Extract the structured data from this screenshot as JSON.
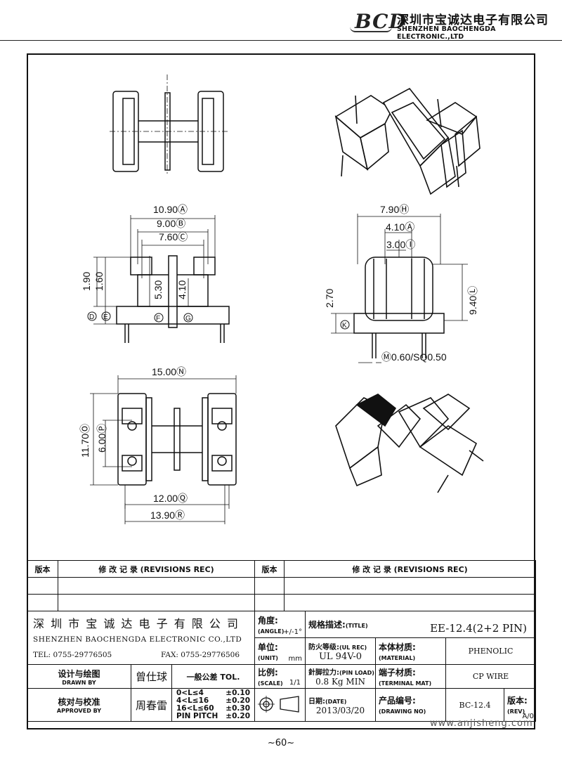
{
  "header": {
    "logo": "BCD",
    "company_cn": "深圳市宝诚达电子有限公司",
    "company_en": "SHENZHEN BAOCHENGDA ELECTRONIC.,LTD"
  },
  "dimensions": {
    "top_width_a": "10.90Ⓐ",
    "top_width_b": "9.00Ⓑ",
    "top_width_c": "7.60Ⓒ",
    "left_v1": "1.90",
    "left_v2": "1.60",
    "left_v3": "5.30",
    "left_v4": "4.10",
    "lbl_d": "D",
    "lbl_e": "E",
    "lbl_f": "F",
    "lbl_g": "G",
    "right_h": "7.90Ⓗ",
    "right_a": "4.10Ⓐ",
    "right_i": "3.00Ⓘ",
    "right_height": "9.40Ⓛ",
    "right_270": "2.70",
    "lbl_k": "K",
    "pin_spec": "Ⓜ0.60/SQ0.50",
    "bottom_n": "15.00Ⓝ",
    "bottom_o": "11.70Ⓞ",
    "bottom_p": "6.00Ⓟ",
    "bottom_q": "12.00Ⓠ",
    "bottom_r": "13.90Ⓡ"
  },
  "revisions": {
    "col1": "版本",
    "col2": "修 改 记 录 (REVISIONS REC)",
    "col3": "版本",
    "col4": "修 改 记 录 (REVISIONS REC)"
  },
  "titleblock": {
    "company_cn": "深 圳 市 宝 诚 达 电 子 有 限 公 司",
    "company_en": "SHENZHEN BAOCHENGDA ELECTRONIC CO.,LTD",
    "tel": "TEL: 0755-29776505",
    "fax": "FAX: 0755-29776506",
    "angle_lbl": "角度:",
    "angle_sub": "(ANGLE)",
    "angle_val": "+/-1°",
    "title_lbl": "规格描述:",
    "title_sub": "(TITLE)",
    "title_val": "EE-12.4(2+2 PIN)",
    "unit_lbl": "单位:",
    "unit_sub": "(UNIT)",
    "unit_val": "mm",
    "ul_lbl": "防火等级:",
    "ul_sub": "(UL REC)",
    "ul_val": "UL 94V-0",
    "material_lbl": "本体材质:",
    "material_sub": "(MATERIAL)",
    "material_val": "PHENOLIC",
    "drawn_lbl": "设计与绘图",
    "drawn_sub": "DRAWN BY",
    "drawn_val": "曾仕球",
    "tol_lbl": "一般公差 TOL.",
    "scale_lbl": "比例:",
    "scale_sub": "(SCALE)",
    "scale_val": "1/1",
    "pin_load_lbl": "針脚拉力:",
    "pin_load_sub": "(PIN LOAD)",
    "pin_load_val": "0.8 Kg MIN",
    "terminal_lbl": "端子材质:",
    "terminal_sub": "(TERMINAL MAT)",
    "terminal_val": "CP WIRE",
    "approved_lbl": "核对与校准",
    "approved_sub": "APPROVED BY",
    "approved_val": "周春雷",
    "tol_rows": [
      {
        "range": "0<L≤4",
        "val": "±0.10"
      },
      {
        "range": "4<L≤16",
        "val": "±0.20"
      },
      {
        "range": "16<L≤60",
        "val": "±0.30"
      },
      {
        "range": "PIN PITCH",
        "val": "±0.20"
      }
    ],
    "date_lbl": "日期:",
    "date_sub": "(DATE)",
    "date_val": "2013/03/20",
    "drawing_lbl": "产品编号:",
    "drawing_sub": "(DRAWING NO)",
    "drawing_val": "BC-12.4",
    "rev_lbl": "版本:",
    "rev_sub": "(REV)",
    "rev_val": "A/0"
  },
  "watermark": "www.anjisheng.com",
  "footer": "~60~"
}
